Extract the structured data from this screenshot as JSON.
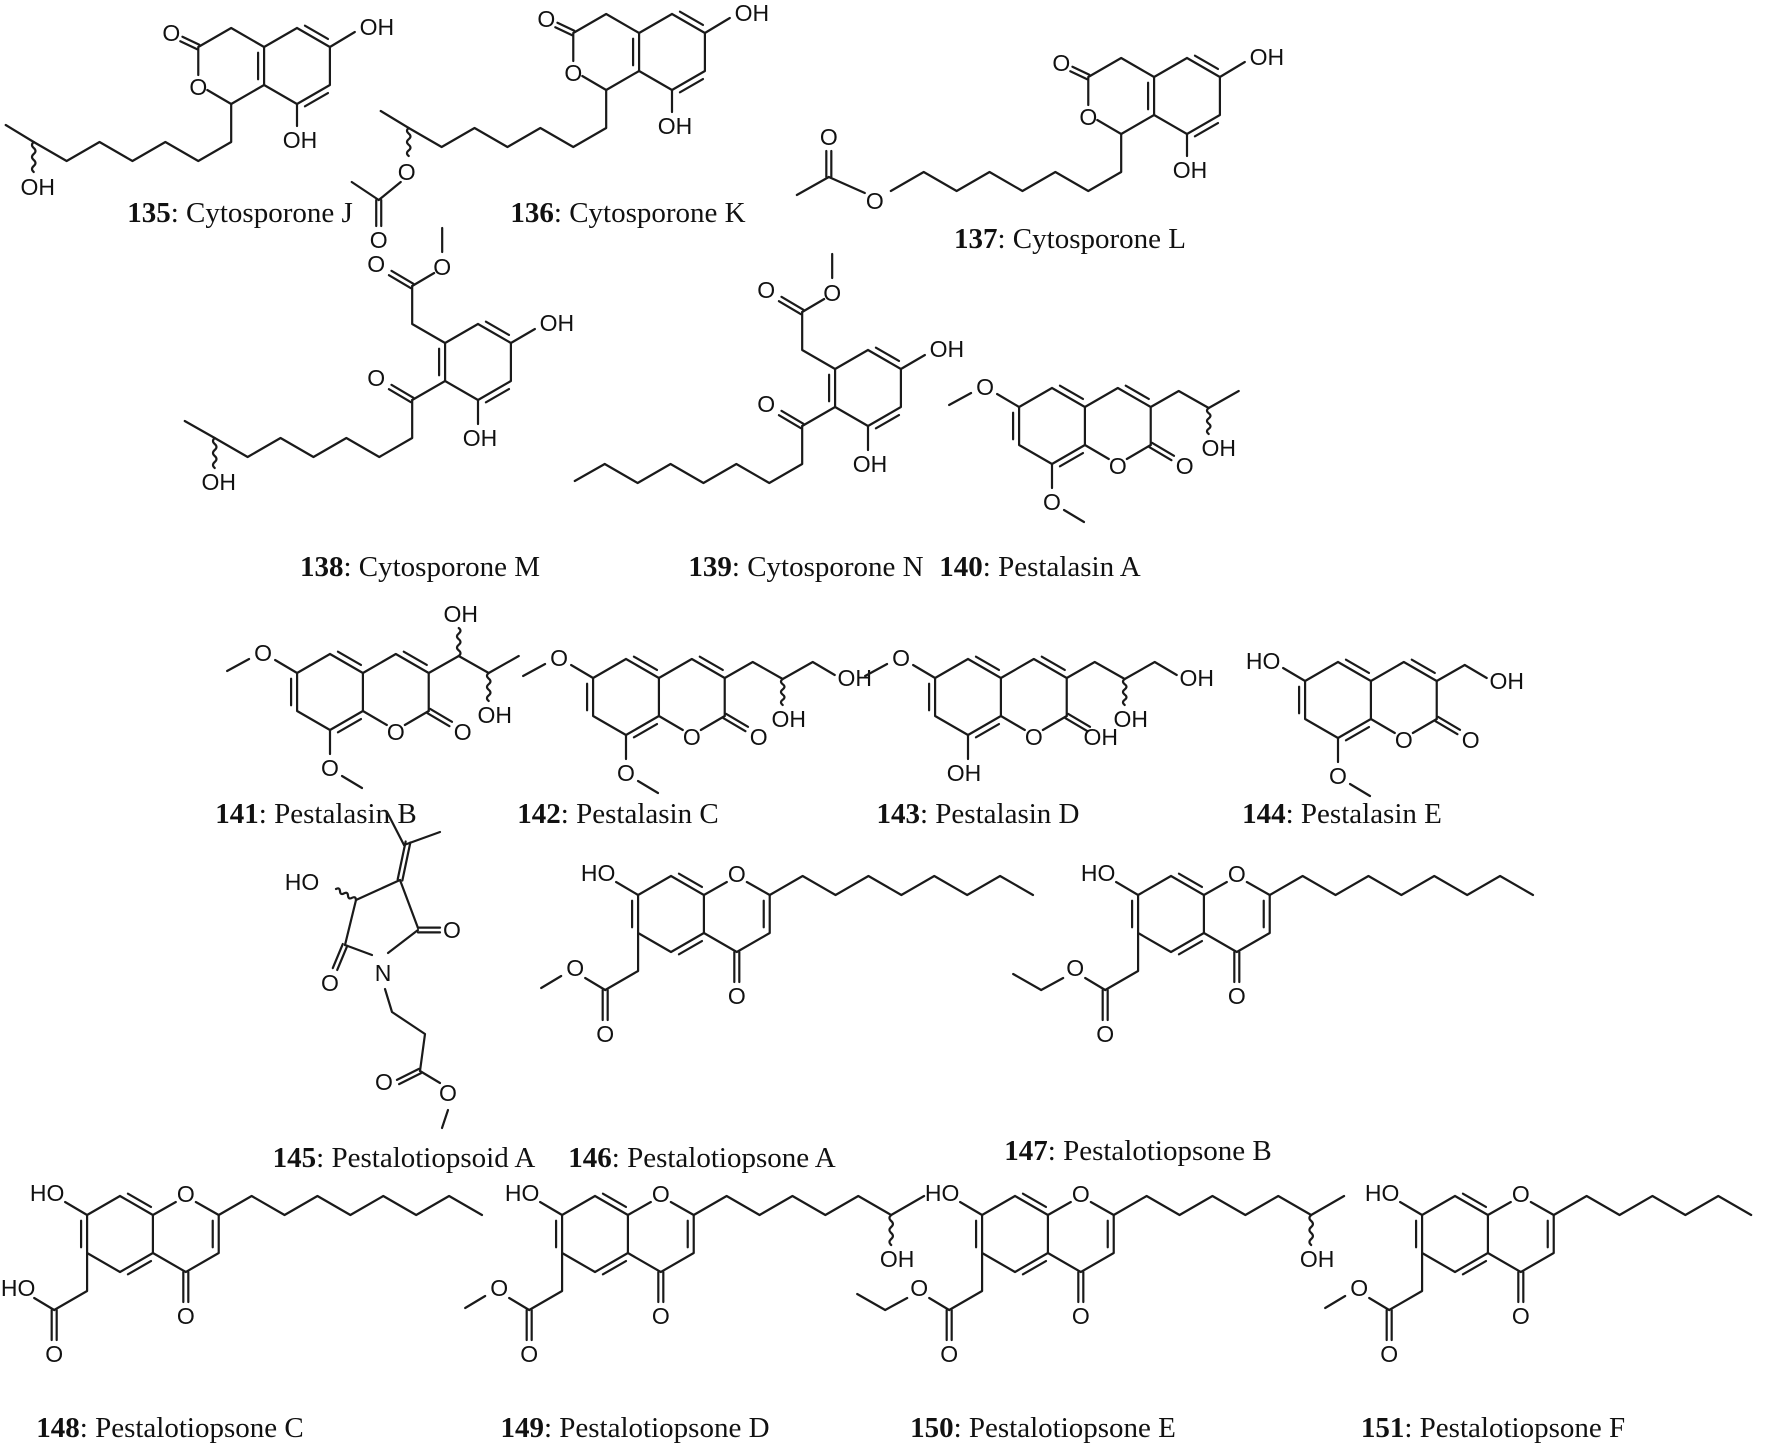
{
  "figure": {
    "compounds": [
      {
        "id": "135",
        "name": "Cytosporone J",
        "labels": [
          "O",
          "O",
          "OH",
          "OH",
          "OH"
        ]
      },
      {
        "id": "136",
        "name": "Cytosporone K",
        "labels": [
          "O",
          "O",
          "OH",
          "OH",
          "O",
          "O"
        ]
      },
      {
        "id": "137",
        "name": "Cytosporone L",
        "labels": [
          "O",
          "O",
          "OH",
          "OH",
          "O",
          "O"
        ]
      },
      {
        "id": "138",
        "name": "Cytosporone M",
        "labels": [
          "O",
          "O",
          "O",
          "OH",
          "OH",
          "OH"
        ]
      },
      {
        "id": "139",
        "name": "Cytosporone N",
        "labels": [
          "O",
          "O",
          "O",
          "OH",
          "OH"
        ]
      },
      {
        "id": "140",
        "name": "Pestalasin A",
        "labels": [
          "O",
          "O",
          "O",
          "O",
          "OH"
        ]
      },
      {
        "id": "141",
        "name": "Pestalasin B",
        "labels": [
          "O",
          "O",
          "O",
          "O",
          "OH",
          "OH"
        ]
      },
      {
        "id": "142",
        "name": "Pestalasin C",
        "labels": [
          "O",
          "O",
          "O",
          "O",
          "OH",
          "OH"
        ]
      },
      {
        "id": "143",
        "name": "Pestalasin D",
        "labels": [
          "O",
          "O",
          "O",
          "OH",
          "OH",
          "OH"
        ]
      },
      {
        "id": "144",
        "name": "Pestalasin E",
        "labels": [
          "HO",
          "O",
          "O",
          "O",
          "OH"
        ]
      },
      {
        "id": "145",
        "name": "Pestalotiopsoid A",
        "labels": [
          "HO",
          "O",
          "O",
          "N",
          "O",
          "O"
        ]
      },
      {
        "id": "146",
        "name": "Pestalotiopsone A",
        "labels": [
          "HO",
          "O",
          "O",
          "O",
          "O"
        ]
      },
      {
        "id": "147",
        "name": "Pestalotiopsone B",
        "labels": [
          "HO",
          "O",
          "O",
          "O",
          "O"
        ]
      },
      {
        "id": "148",
        "name": "Pestalotiopsone C",
        "labels": [
          "HO",
          "O",
          "O",
          "HO",
          "O"
        ]
      },
      {
        "id": "149",
        "name": "Pestalotiopsone D",
        "labels": [
          "HO",
          "O",
          "O",
          "O",
          "O",
          "OH"
        ]
      },
      {
        "id": "150",
        "name": "Pestalotiopsone E",
        "labels": [
          "HO",
          "O",
          "O",
          "O",
          "O",
          "OH"
        ]
      },
      {
        "id": "151",
        "name": "Pestalotiopsone F",
        "labels": [
          "HO",
          "O",
          "O",
          "O",
          "O"
        ]
      }
    ]
  }
}
